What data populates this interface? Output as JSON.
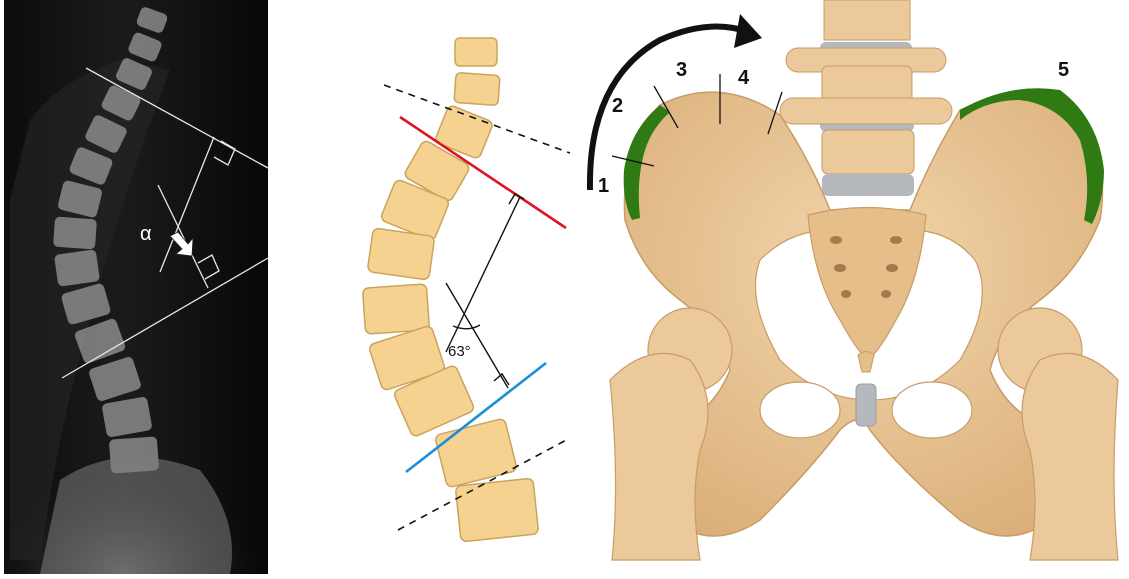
{
  "xray": {
    "angle_symbol": "α"
  },
  "spine_diagram": {
    "cobb_angle_label": "63°",
    "colors": {
      "upper_endplate_line": "#e0141e",
      "lower_endplate_line": "#1a8fd6",
      "vertebra_fill": "#f5d28f",
      "vertebra_stroke": "#c9a45e"
    }
  },
  "pelvis_diagram": {
    "labels": [
      "1",
      "2",
      "3",
      "4",
      "5"
    ],
    "colors": {
      "bone": "#ecc99a",
      "bone_shadow": "#c99b66",
      "cartilage": "#b5b9bd",
      "highlight": "#2f7a13",
      "arrow": "#111111"
    }
  }
}
